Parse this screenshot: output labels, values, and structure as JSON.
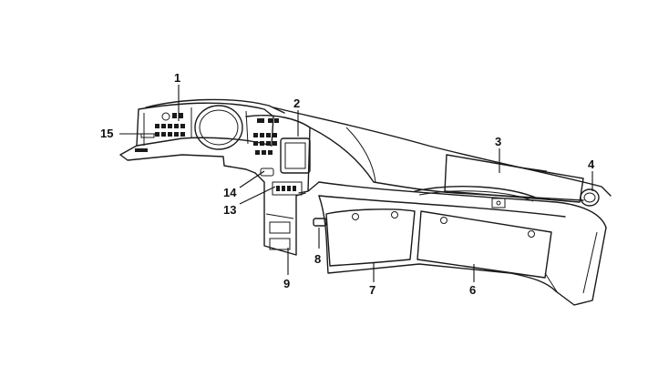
{
  "callouts": [
    {
      "id": "1",
      "text": "1"
    },
    {
      "id": "2",
      "text": "2"
    },
    {
      "id": "3",
      "text": "3"
    },
    {
      "id": "4",
      "text": "4"
    },
    {
      "id": "6",
      "text": "6"
    },
    {
      "id": "7",
      "text": "7"
    },
    {
      "id": "8",
      "text": "8"
    },
    {
      "id": "9",
      "text": "9"
    },
    {
      "id": "13",
      "text": "13"
    },
    {
      "id": "14",
      "text": "14"
    },
    {
      "id": "15",
      "text": "15"
    }
  ]
}
